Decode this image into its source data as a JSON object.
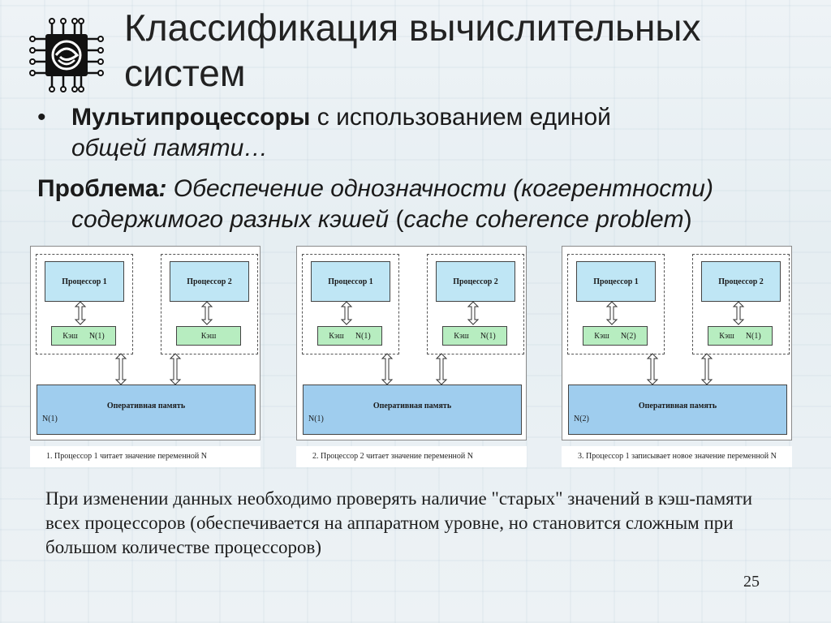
{
  "slide": {
    "title_line1": "Классификация вычислительных",
    "title_line2": "систем",
    "bullet": {
      "marker": "•",
      "bold": "Мультипроцессоры",
      "normal": " с использованием единой",
      "italic": "общей памяти…"
    },
    "problem": {
      "label": "Проблема",
      "colon": ":",
      "italic_line1": " Обеспечение однозначности (когерентности)",
      "italic_line2": "содержимого разных кэшей",
      "paren_open": " (",
      "english": "cache coherence problem",
      "paren_close": ")"
    },
    "paragraph": "При изменении данных необходимо проверять наличие \"старых\" значений в кэш-памяти всех процессоров (обеспечивается на аппаратном уровне, но становится сложным при большом количестве процессоров)",
    "page_number": "25"
  },
  "diagram": {
    "memory_label": "Оперативная память",
    "cache_label": "Кэш",
    "panels": [
      {
        "proc1": "Процессор 1",
        "proc2": "Процессор 2",
        "cache1_value": "N(1)",
        "cache2_value": "",
        "memory_value": "N(1)",
        "caption": "1. Процессор 1 читает значение переменной N"
      },
      {
        "proc1": "Процессор 1",
        "proc2": "Процессор 2",
        "cache1_value": "N(1)",
        "cache2_value": "N(1)",
        "memory_value": "N(1)",
        "caption": "2. Процессор 2 читает значение переменной N"
      },
      {
        "proc1": "Процессор 1",
        "proc2": "Процессор 2",
        "cache1_value": "N(2)",
        "cache2_value": "N(1)",
        "memory_value": "N(2)",
        "caption": "3. Процессор 1 записывает новое значение переменной N"
      }
    ]
  },
  "icons": {
    "logo": "chip-logo-icon"
  },
  "colors": {
    "processor_fill": "#bfe6f5",
    "cache_fill": "#b7edc0",
    "memory_fill": "#9fcdee"
  }
}
